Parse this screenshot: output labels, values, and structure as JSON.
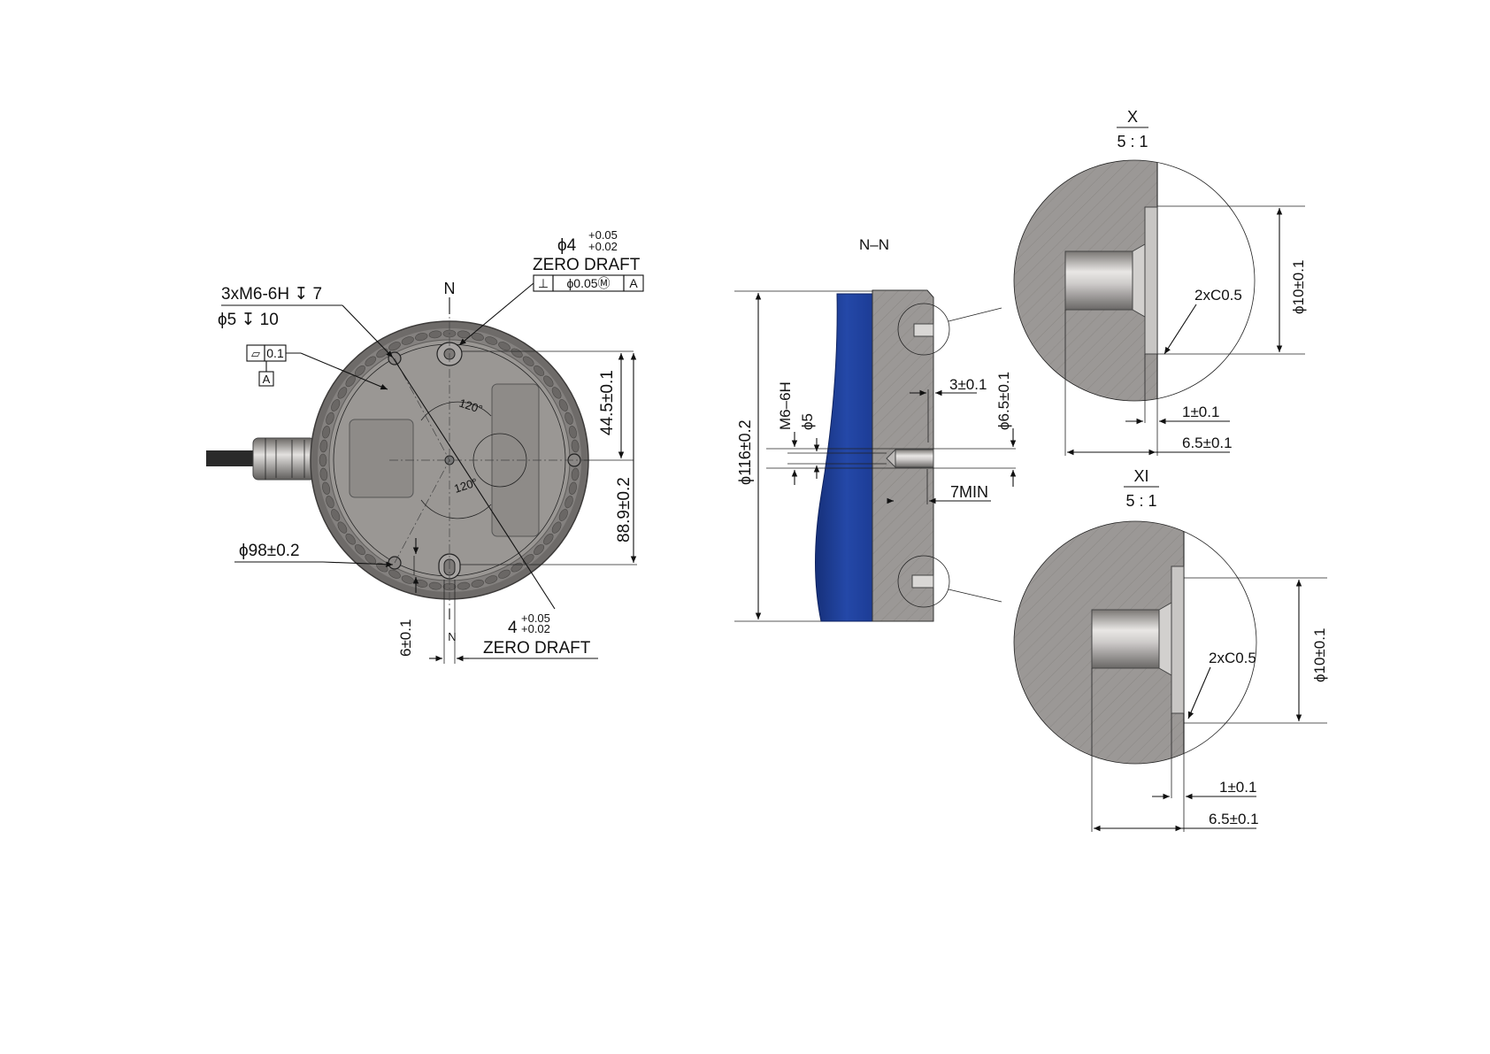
{
  "colors": {
    "body_grey": "#8e8b88",
    "body_dark": "#5d5b59",
    "section_grey": "#9b9896",
    "blue": "#1d3c8f",
    "line": "#111111"
  },
  "front_view": {
    "section_mark": "N",
    "thread_callout_1": "3xM6-6H ↧ 7",
    "thread_callout_2": "ϕ5 ↧ 10",
    "flatness_symbol": "▱",
    "flatness_value": "0.1",
    "datum": "A",
    "pin_dia": "ϕ4",
    "pin_tol_upper": "+0.05",
    "pin_tol_lower": "+0.02",
    "pin_note": "ZERO DRAFT",
    "fcf_symbol": "⊥",
    "fcf_value": "ϕ0.05Ⓜ",
    "fcf_datum": "A",
    "angle_1": "120°",
    "angle_2": "120°",
    "dim_vertical_1": "44.5±0.1",
    "dim_vertical_2": "88.9±0.2",
    "dim_bolt_circle": "ϕ98±0.2",
    "dim_slot_depth": "6±0.1",
    "slot_width": "4",
    "slot_tol_upper": "+0.05",
    "slot_tol_lower": "+0.02",
    "slot_note": "ZERO DRAFT"
  },
  "section_view": {
    "title": "N–N",
    "dim_overall": "ϕ116±0.2",
    "dim_thread": "M6–6H",
    "dim_hole": "ϕ5",
    "dim_depth": "3±0.1",
    "dim_pin_dia": "ϕ6.5±0.1",
    "dim_min": "7MIN"
  },
  "detail_x": {
    "label": "X",
    "scale": "5 : 1",
    "chamfer": "2xC0.5",
    "dim_dia": "ϕ10±0.1",
    "dim_small": "1±0.1",
    "dim_large": "6.5±0.1"
  },
  "detail_xi": {
    "label": "XI",
    "scale": "5 : 1",
    "chamfer": "2xC0.5",
    "dim_dia": "ϕ10±0.1",
    "dim_small": "1±0.1",
    "dim_large": "6.5±0.1"
  }
}
